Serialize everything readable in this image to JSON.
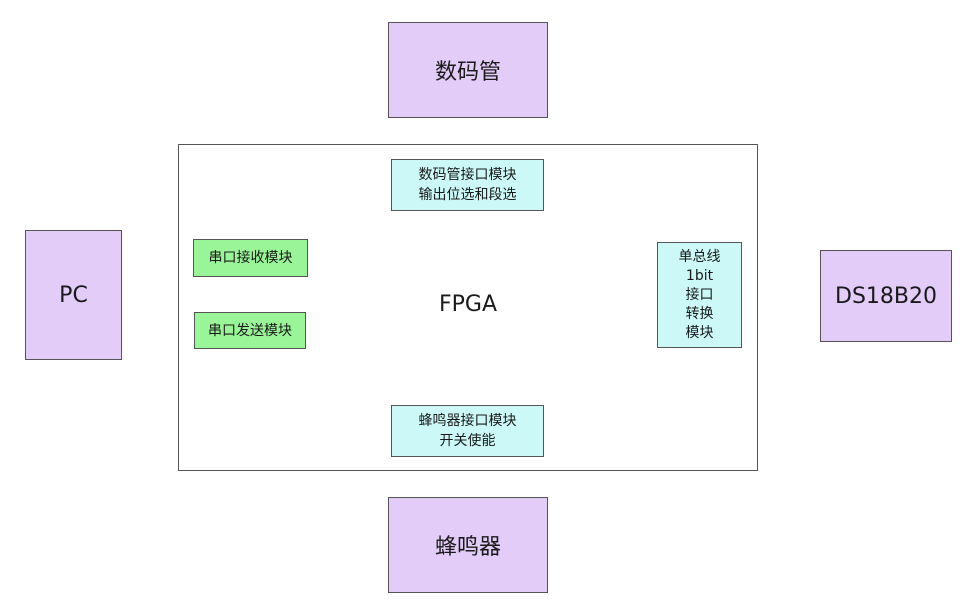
{
  "external": {
    "top": "数码管",
    "left": "PC",
    "right": "DS18B20",
    "bottom": "蜂鸣器"
  },
  "fpga": {
    "label": "FPGA",
    "modules": {
      "seg": [
        "数码管接口模块",
        "输出位选和段选"
      ],
      "uart_rx": "串口接收模块",
      "uart_tx": "串口发送模块",
      "onewire": [
        "单总线",
        "1bit",
        "接口",
        "转换",
        "模块"
      ],
      "buzzer": [
        "蜂鸣器接口模块",
        "开关使能"
      ]
    }
  },
  "colors": {
    "external_fill": "#e3ccf8",
    "module_cyan": "#ccf8f8",
    "module_green": "#99f597",
    "border": "#555555"
  }
}
